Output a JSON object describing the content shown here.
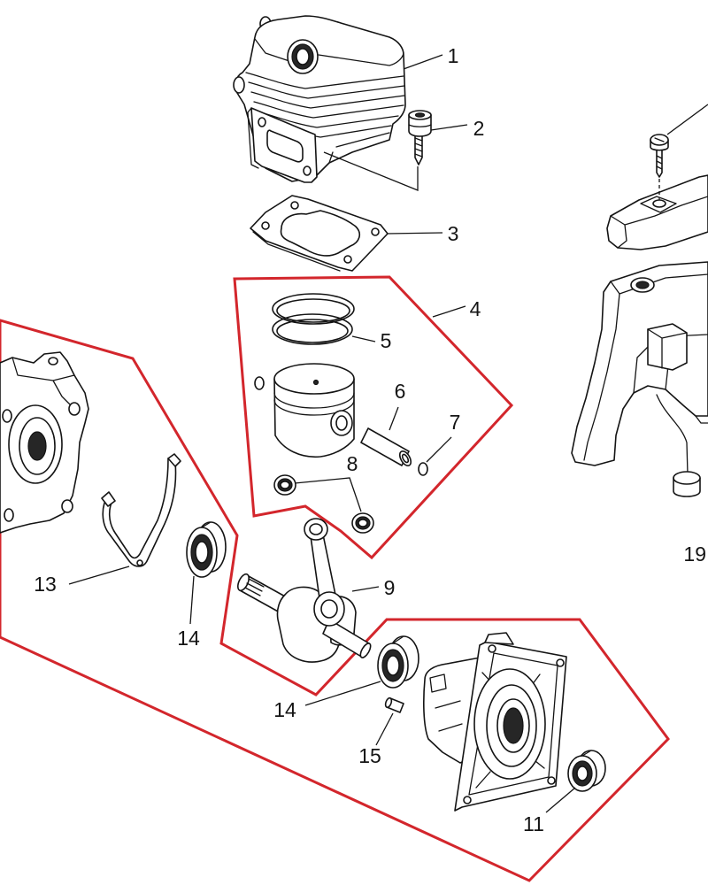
{
  "diagram": {
    "callouts": [
      "1",
      "2",
      "3",
      "4",
      "5",
      "6",
      "7",
      "8",
      "9",
      "13",
      "14",
      "14",
      "15",
      "11",
      "19"
    ]
  },
  "colors": {
    "group_outline": "#d3262c",
    "ink": "#141414",
    "background": "#ffffff"
  }
}
